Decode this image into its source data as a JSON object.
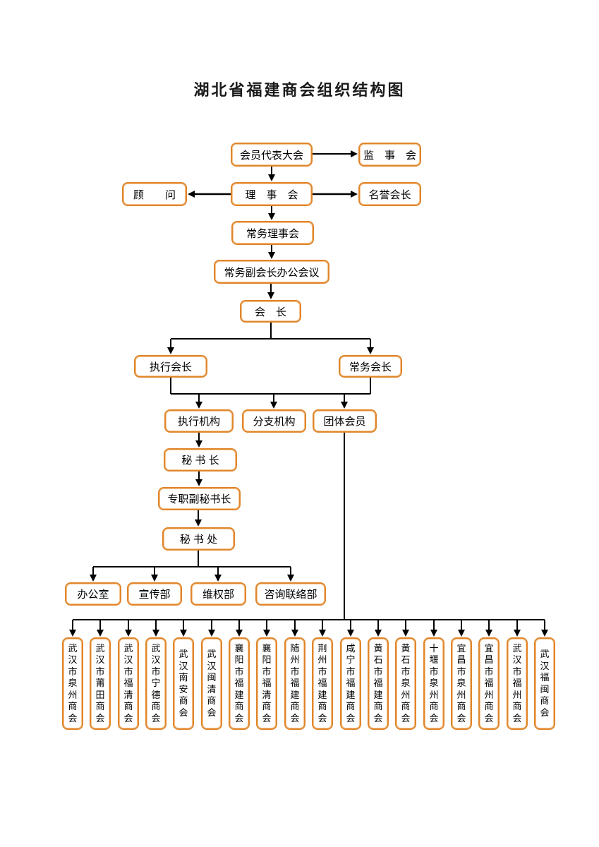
{
  "title": "湖北省福建商会组织结构图",
  "nodes": {
    "member_assembly": "会员代表大会",
    "supervisory_board": "监　事　会",
    "advisor": "顾　　问",
    "council": "理　事　会",
    "honorary_president": "名誉会长",
    "standing_council": "常务理事会",
    "evp_office_meeting": "常务副会长办公会议",
    "president": "会　长",
    "executive_president": "执行会长",
    "standing_president": "常务会长",
    "executive_body": "执行机构",
    "branch_org": "分支机构",
    "group_members": "团体会员",
    "secretary_general": "秘 书 长",
    "deputy_secretary_general": "专职副秘书长",
    "secretariat": "秘 书 处",
    "office": "办公室",
    "publicity_dept": "宣传部",
    "rights_dept": "维权部",
    "liaison_dept": "咨询联络部"
  },
  "chambers": [
    "武汉市泉州商会",
    "武汉市莆田商会",
    "武汉市福清商会",
    "武汉市宁德商会",
    "武汉南安商会",
    "武汉闽清商会",
    "襄阳市福建商会",
    "襄阳市福清商会",
    "随州市福建商会",
    "荆州市福建商会",
    "咸宁市福建商会",
    "黄石市福建商会",
    "黄石市泉州商会",
    "十堰市泉州商会",
    "宜昌市泉州商会",
    "宜昌市福州商会",
    "武汉市福州商会",
    "武汉福闽商会"
  ],
  "colors": {
    "box_border": "#e0862c",
    "box_border_inner": "#f6c592",
    "connector": "#000000",
    "text": "#000000",
    "background": "#ffffff"
  }
}
